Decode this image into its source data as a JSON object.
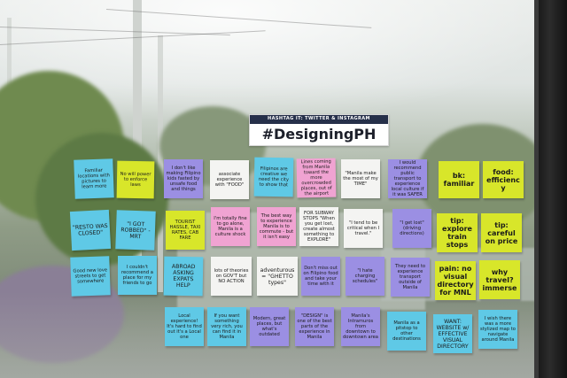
{
  "sign": {
    "subtitle": "HASHTAG IT: TWITTER & INSTAGRAM",
    "hashtag": "#DesigningPH"
  },
  "colors": {
    "blue": "#5fc9e6",
    "yellow": "#d8e62a",
    "purple": "#9b8fe3",
    "pink": "#f0a3d2",
    "white": "#f4f4f2",
    "navy": "#26304a"
  },
  "notes": [
    {
      "text": "Familiar locations with pictures to learn more",
      "color": "blue"
    },
    {
      "text": "No will power to enforce laws",
      "color": "yellow"
    },
    {
      "text": "I don't like making Filipino kids fasted by unsafe food and things",
      "color": "purple"
    },
    {
      "text": "associate experience with \"FOOD\"",
      "color": "white"
    },
    {
      "text": "Filipinos are creative we need the city to show that",
      "color": "blue"
    },
    {
      "text": "Lines coming from Manila toward the more overcrowded places, out of the airport",
      "color": "pink"
    },
    {
      "text": "\"Manila make the most of my TIME\"",
      "color": "white"
    },
    {
      "text": "I would recommend public transport to experience local culture if it was SAFER",
      "color": "purple"
    },
    {
      "text": "bk: familiar",
      "color": "yellow"
    },
    {
      "text": "food: efficiency",
      "color": "yellow"
    },
    {
      "text": "\"RESTO WAS CLOSED\"",
      "color": "blue"
    },
    {
      "text": "\"I GOT ROBBED\" - MRT",
      "color": "blue"
    },
    {
      "text": "TOURIST HASSLE, TAXI RATES, CAB FARE",
      "color": "yellow"
    },
    {
      "text": "I'm totally fine to go alone, Manila is a culture shock",
      "color": "pink"
    },
    {
      "text": "The best way to experience Manila is to commute - but it isn't easy",
      "color": "pink"
    },
    {
      "text": "FOR SUBWAY STOPS \"When you get lost, create almost something to EXPLORE\"",
      "color": "white"
    },
    {
      "text": "\"I tend to be critical when I travel.\"",
      "color": "white"
    },
    {
      "text": "\"I get lost\" (driving directions)",
      "color": "purple"
    },
    {
      "text": "tip: explore train stops",
      "color": "yellow"
    },
    {
      "text": "tip: careful on price",
      "color": "yellow"
    },
    {
      "text": "Good new love streets to get somewhere",
      "color": "blue"
    },
    {
      "text": "I couldn't recommend a place for my friends to go",
      "color": "blue"
    },
    {
      "text": "ABROAD ASKING EXPATS HELP",
      "color": "blue"
    },
    {
      "text": "lots of theories on GOV'T but NO ACTION",
      "color": "white"
    },
    {
      "text": "adventurous = \"GHETTO types\"",
      "color": "white"
    },
    {
      "text": "Don't miss out on Filipino food and take your time with it",
      "color": "purple"
    },
    {
      "text": "\"I hate charging schedules\"",
      "color": "purple"
    },
    {
      "text": "They need to experience transport outside of Manila",
      "color": "purple"
    },
    {
      "text": "pain: no visual directory for MNL",
      "color": "yellow"
    },
    {
      "text": "why travel? immerse",
      "color": "yellow"
    },
    {
      "text": "Local experience! It's hard to find out it's a Local one",
      "color": "blue"
    },
    {
      "text": "If you want something very rich, you can find it in Manila",
      "color": "blue"
    },
    {
      "text": "Modern, great places, but what's outdated",
      "color": "purple"
    },
    {
      "text": "\"DESIGN\" is one of the best parts of the experience in Manila",
      "color": "purple"
    },
    {
      "text": "Manila's Intramuros from downtown to downtown area",
      "color": "purple"
    },
    {
      "text": "Manila as a pitstop to other destinations",
      "color": "blue"
    },
    {
      "text": "WANT: WEBSITE w/ EFFECTIVE VISUAL DIRECTORY",
      "color": "blue"
    },
    {
      "text": "I wish there was a more stylized map to navigate around Manila",
      "color": "blue"
    }
  ]
}
